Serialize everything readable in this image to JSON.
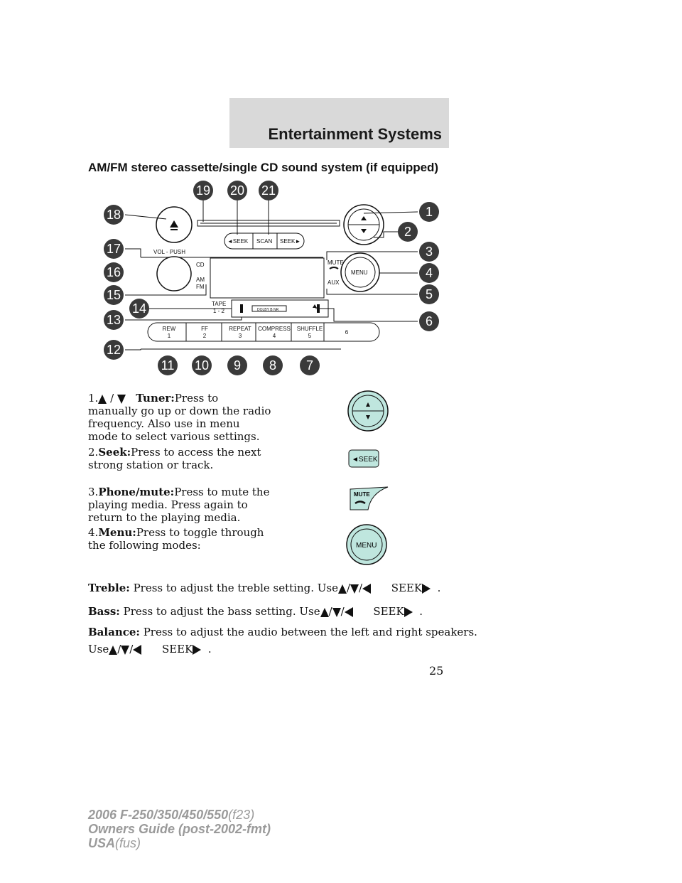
{
  "header": {
    "title": "Entertainment Systems"
  },
  "section_title": "AM/FM stereo cassette/single CD sound system (if equipped)",
  "diagram": {
    "callouts": [
      "1",
      "2",
      "3",
      "4",
      "5",
      "6",
      "7",
      "8",
      "9",
      "10",
      "11",
      "12",
      "13",
      "14",
      "15",
      "16",
      "17",
      "18",
      "19",
      "20",
      "21"
    ],
    "labels": {
      "seek_left": "◄SEEK",
      "scan": "SCAN",
      "seek_right": "SEEK►",
      "vol_push": "VOL - PUSH",
      "cd": "CD",
      "am": "AM",
      "fm": "FM",
      "mute": "MUTE",
      "menu": "MENU",
      "aux": "AUX",
      "tape": "TAPE",
      "tape_sides": "1 - 2",
      "dolby": "DOLBY B NR"
    },
    "presets": [
      {
        "name": "REW",
        "num": "1"
      },
      {
        "name": "FF",
        "num": "2"
      },
      {
        "name": "REPEAT",
        "num": "3"
      },
      {
        "name": "COMPRESS",
        "num": "4"
      },
      {
        "name": "SHUFFLE",
        "num": "5"
      },
      {
        "name": "",
        "num": "6"
      }
    ]
  },
  "items": [
    {
      "num": "1.",
      "term": "Tuner:",
      "text_1": "Press to",
      "text_2": "manually go up or down the radio frequency. Also use in menu mode to select various settings."
    },
    {
      "num": "2.",
      "term": "Seek:",
      "text": "Press to access the next strong station or track."
    },
    {
      "num": "3.",
      "term": "Phone/mute:",
      "text": "Press to mute the playing media. Press again to return to the playing media."
    },
    {
      "num": "4.",
      "term": "Menu:",
      "text": "Press to toggle through the following modes:"
    }
  ],
  "icons": {
    "seek": "◄SEEK",
    "mute": "MUTE",
    "menu": "MENU"
  },
  "modes": {
    "treble_term": "Treble:",
    "treble_text": "Press to adjust the treble setting. Use",
    "bass_term": "Bass:",
    "bass_text": "Press to adjust the bass setting. Use",
    "balance_term": "Balance:",
    "balance_text": "Press to adjust the audio between the left and right speakers.",
    "use": "Use",
    "seek_word": "SEEK",
    "slash": "/",
    "period": "."
  },
  "page_number": "25",
  "footer": {
    "line1_bold": "2006 F-250/350/450/550",
    "line1_light": "(f23)",
    "line2": "Owners Guide (post-2002-fmt)",
    "line3_bold": "USA",
    "line3_light": "(fus)"
  },
  "colors": {
    "header_band": "#d9d9d9",
    "icon_fill": "#bfe6de",
    "callout_fill": "#3a3a3a",
    "footer": "#9a9a9a"
  }
}
